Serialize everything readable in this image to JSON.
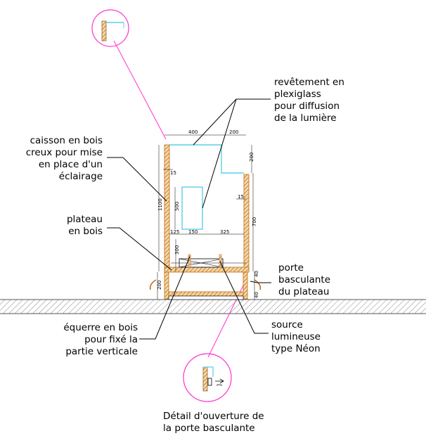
{
  "labels": {
    "revetement": [
      "revêtement en",
      "plexiglass",
      "pour diffusion",
      "de la lumière"
    ],
    "caisson": [
      "caisson en bois",
      "creux pour mise",
      "en place d'un",
      "éclairage"
    ],
    "plateau": [
      "plateau",
      "en bois"
    ],
    "porte": [
      "porte",
      "basculante",
      "du plateau"
    ],
    "equerre": [
      "équerre en bois",
      "pour fixé la",
      "partie verticale"
    ],
    "source": [
      "source",
      "lumineuse",
      "type Néon"
    ],
    "detail": [
      "Détail d'ouverture de",
      "la porte basculante"
    ]
  },
  "dimensions": {
    "top_width": "400",
    "top_offset": "200",
    "right_drop": "200",
    "wall_left": "15",
    "wall_right": "15",
    "height_left": "1100",
    "height_right": "700",
    "panel_height": "500",
    "bottom_left": "125",
    "bottom_mid": "150",
    "bottom_right": "325",
    "lower_height": "300",
    "base_left": "200",
    "base_right_top": "40",
    "base_right_bottom": "40"
  },
  "colors": {
    "wood": "#d07a1c",
    "plexi": "#5ccfe6",
    "leader": "#ff33cc",
    "ground": "#8a8a8a"
  }
}
